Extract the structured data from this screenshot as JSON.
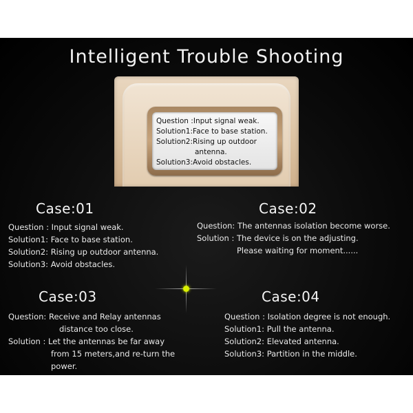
{
  "title": "Intelligent Trouble Shooting",
  "device_screen": {
    "lines": [
      {
        "label": "Question : ",
        "text": "Input signal weak."
      },
      {
        "label": "Solution1: ",
        "text": "Face to base station."
      },
      {
        "label": "Solution2: ",
        "text": "Rising up outdoor"
      },
      {
        "label": "",
        "text": "antenna."
      },
      {
        "label": "Solution3: ",
        "text": "Avoid obstacles."
      }
    ]
  },
  "cases": [
    {
      "title": "Case:01",
      "lines": [
        "Question : Input signal weak.",
        "Solution1: Face to base station.",
        "Solution2: Rising up outdoor antenna.",
        "Solution3: Avoid obstacles."
      ]
    },
    {
      "title": "Case:02",
      "lines": [
        "Question: The antennas isolation become worse.",
        "Solution : The device is on the adjusting.",
        "Please waiting for moment......"
      ]
    },
    {
      "title": "Case:03",
      "lines": [
        "Question: Receive and Relay antennas",
        "distance too close.",
        "Solution : Let the antennas be far away",
        "from 15 meters,and re-turn the",
        "power."
      ]
    },
    {
      "title": "Case:04",
      "lines": [
        "Question :  Isolation degree is not enough.",
        "Solution1:  Pull the antenna.",
        "Solution2:  Elevated antenna.",
        "Solution3:  Partition in the middle."
      ]
    }
  ],
  "colors": {
    "background": "#000000",
    "text": "#eaeaea",
    "device_gold": "#dcc3a3",
    "crosshair_dot": "#d9f000"
  },
  "icons": [
    "crosshair-icon"
  ]
}
